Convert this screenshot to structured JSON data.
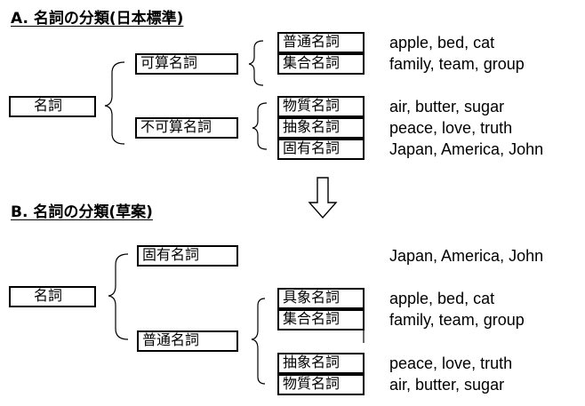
{
  "section_a": {
    "title": "A. 名詞の分類(日本標準)",
    "root": "名詞",
    "group_countable": "可算名詞",
    "group_uncountable": "不可算名詞",
    "countable_items": [
      {
        "label": "普通名詞",
        "examples": "apple, bed, cat"
      },
      {
        "label": "集合名詞",
        "examples": "family, team, group"
      }
    ],
    "uncountable_items": [
      {
        "label": "物質名詞",
        "examples": "air, butter, sugar"
      },
      {
        "label": "抽象名詞",
        "examples": "peace, love, truth"
      },
      {
        "label": "固有名詞",
        "examples": "Japan, America, John"
      }
    ]
  },
  "section_b": {
    "title": "B. 名詞の分類(草案)",
    "root": "名詞",
    "group_proper": "固有名詞",
    "proper_examples": "Japan, America, John",
    "group_common": "普通名詞",
    "common_items": [
      {
        "label": "具象名詞",
        "examples": "apple, bed, cat"
      },
      {
        "label": "集合名詞",
        "examples": "family, team, group"
      },
      {
        "label": "抽象名詞",
        "examples": "peace, love, truth"
      },
      {
        "label": "物質名詞",
        "examples": "air, butter, sugar"
      }
    ]
  },
  "arrow_icon": "down-arrow-icon"
}
